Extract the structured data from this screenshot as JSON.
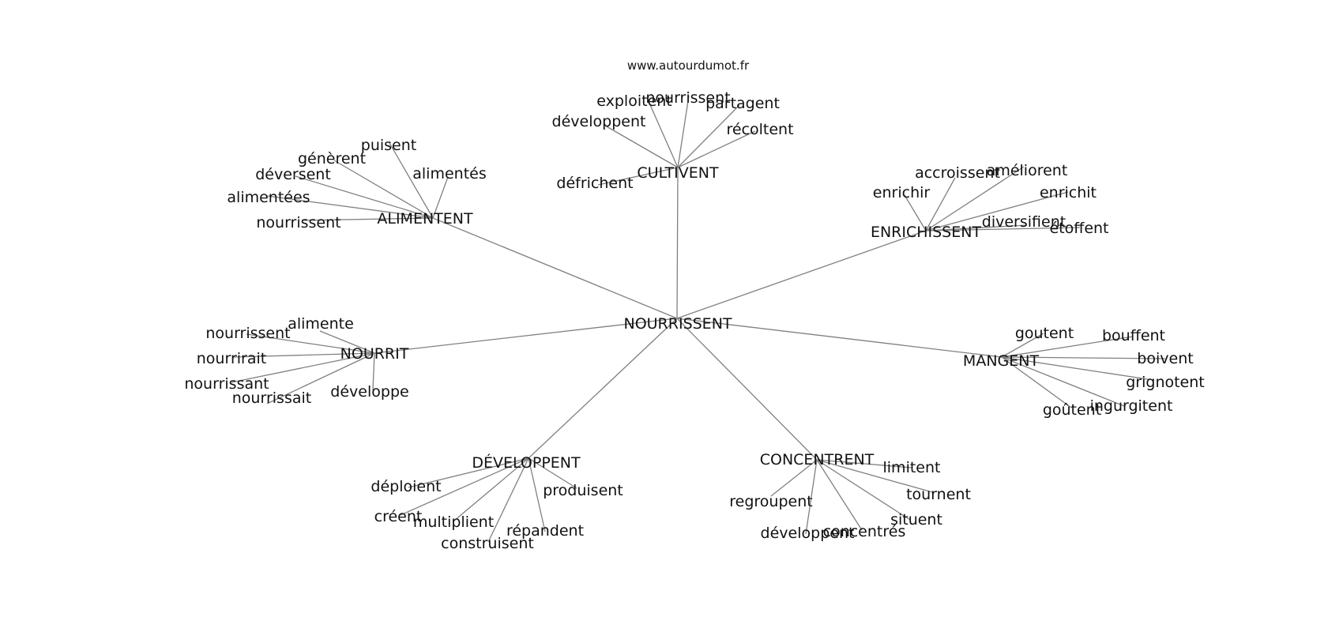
{
  "watermark": "www.autourdumot.fr",
  "colors": {
    "edge": "#808080",
    "text": "#111111",
    "background": "#ffffff"
  },
  "graph": {
    "root": "NOURRISSENT",
    "hubs": [
      {
        "label": "CULTIVENT",
        "children": [
          "exploitent",
          "nourrissent",
          "partagent",
          "développent",
          "récoltent",
          "défrichent"
        ]
      },
      {
        "label": "ALIMENTENT",
        "children": [
          "puisent",
          "génèrent",
          "déversent",
          "alimentés",
          "alimentées",
          "nourrissent"
        ]
      },
      {
        "label": "ENRICHISSENT",
        "children": [
          "accroissent",
          "améliorent",
          "enrichir",
          "enrichit",
          "diversifient",
          "étoffent"
        ]
      },
      {
        "label": "NOURRIT",
        "children": [
          "alimente",
          "nourrissent",
          "nourrirait",
          "nourrissant",
          "nourrissait",
          "développe"
        ]
      },
      {
        "label": "MANGENT",
        "children": [
          "goutent",
          "bouffent",
          "boivent",
          "grignotent",
          "ingurgitent",
          "goûtent"
        ]
      },
      {
        "label": "DÉVELOPPENT",
        "children": [
          "déploient",
          "produisent",
          "créent",
          "multiplient",
          "répandent",
          "construisent"
        ]
      },
      {
        "label": "CONCENTRENT",
        "children": [
          "limitent",
          "tournent",
          "regroupent",
          "situent",
          "concentrés",
          "développent"
        ]
      }
    ]
  }
}
